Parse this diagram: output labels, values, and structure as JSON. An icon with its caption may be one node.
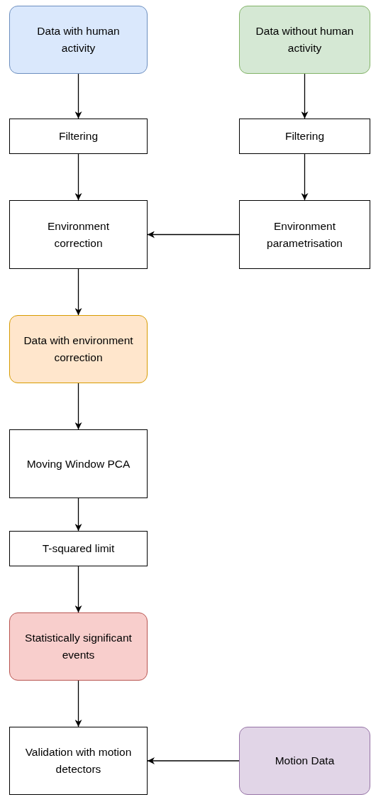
{
  "diagram": {
    "nodes": [
      {
        "text": [
          "Data with human activity"
        ]
      },
      {
        "text": [
          "Data without human activity"
        ]
      },
      {
        "text": [
          "Filtering"
        ]
      },
      {
        "text": [
          "Filtering"
        ]
      },
      {
        "text": [
          "Environment correction"
        ]
      },
      {
        "text": [
          "Environment parametrisation"
        ]
      },
      {
        "text": [
          "Data with environment correction"
        ]
      },
      {
        "text": [
          "Moving Window PCA"
        ]
      },
      {
        "text": [
          "T-squared limit"
        ]
      },
      {
        "text": [
          "Statistically significant events"
        ]
      },
      {
        "text": [
          "Validation with motion detectors"
        ]
      },
      {
        "text": [
          "Motion Data"
        ]
      }
    ],
    "edges": [
      {
        "from": 0,
        "to": 2,
        "arrow": "to"
      },
      {
        "from": 1,
        "to": 3,
        "arrow": "to"
      },
      {
        "from": 2,
        "to": 4,
        "arrow": "to"
      },
      {
        "from": 3,
        "to": 5,
        "arrow": "to"
      },
      {
        "from": 5,
        "to": 4,
        "arrow": "to"
      },
      {
        "from": 4,
        "to": 6,
        "arrow": "to"
      },
      {
        "from": 6,
        "to": 7,
        "arrow": "to"
      },
      {
        "from": 7,
        "to": 8,
        "arrow": "to"
      },
      {
        "from": 8,
        "to": 9,
        "arrow": "to"
      },
      {
        "from": 9,
        "to": 10,
        "arrow": "to"
      },
      {
        "from": 11,
        "to": 10,
        "arrow": "to"
      }
    ]
  }
}
